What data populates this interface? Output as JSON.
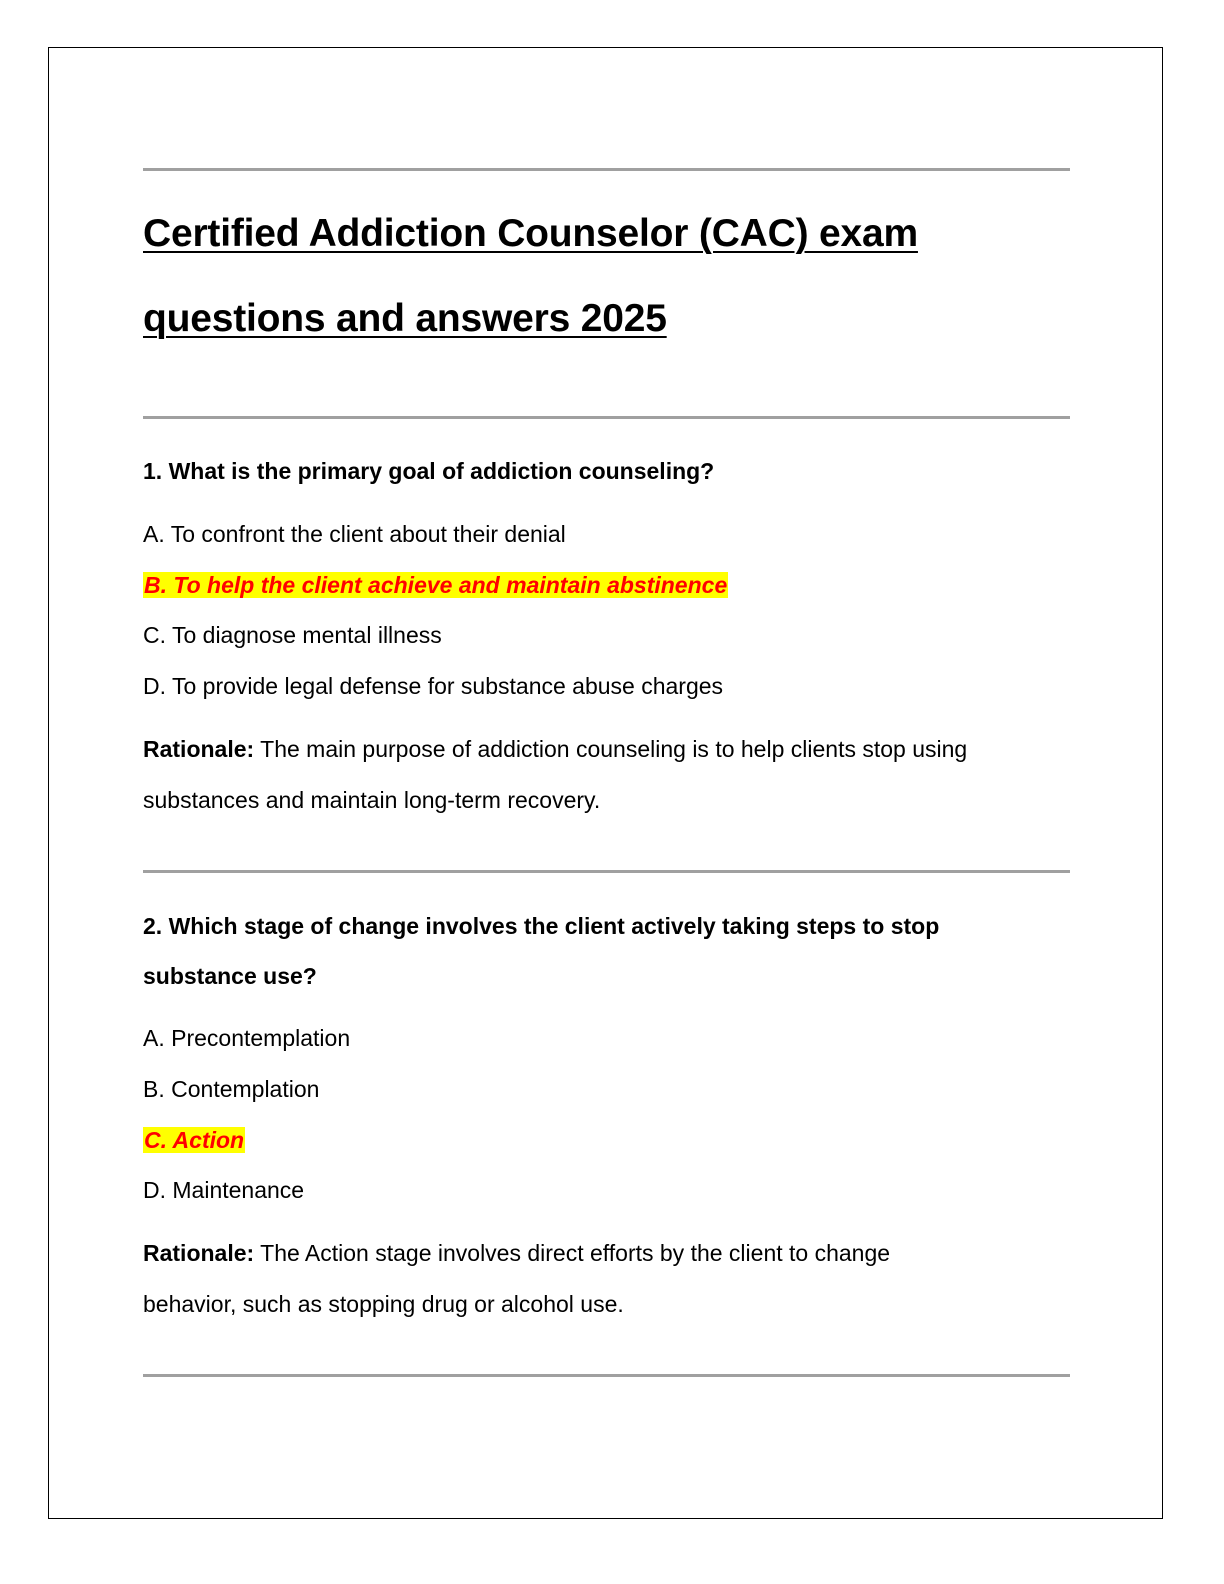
{
  "document": {
    "title_lines": [
      "Certified Addiction Counselor (CAC) exam",
      "questions and answers 2025"
    ],
    "questions": [
      {
        "question_lines": [
          "1. What is the primary goal of addiction counseling?"
        ],
        "options": [
          {
            "text": "A. To confront the client about their denial",
            "correct": false
          },
          {
            "text": "B. To help the client achieve and maintain abstinence",
            "correct": true
          },
          {
            "text": "C. To diagnose mental illness",
            "correct": false
          },
          {
            "text": "D. To provide legal defense for substance abuse charges",
            "correct": false
          }
        ],
        "rationale_label": "Rationale:",
        "rationale_lines": [
          " The main purpose of addiction counseling is to help clients stop using",
          "substances and maintain long-term recovery."
        ]
      },
      {
        "question_lines": [
          "2. Which stage of change involves the client actively taking steps to stop",
          "substance use?"
        ],
        "options": [
          {
            "text": "A. Precontemplation",
            "correct": false
          },
          {
            "text": "B. Contemplation",
            "correct": false
          },
          {
            "text": "C. Action",
            "correct": true
          },
          {
            "text": "D. Maintenance",
            "correct": false
          }
        ],
        "rationale_label": "Rationale:",
        "rationale_lines": [
          " The Action stage involves direct efforts by the client to change",
          "behavior, such as stopping drug or alcohol use."
        ]
      }
    ]
  },
  "colors": {
    "highlight_background": "#ffff00",
    "highlight_text": "#ff0000",
    "rule": "#a0a0a0"
  }
}
